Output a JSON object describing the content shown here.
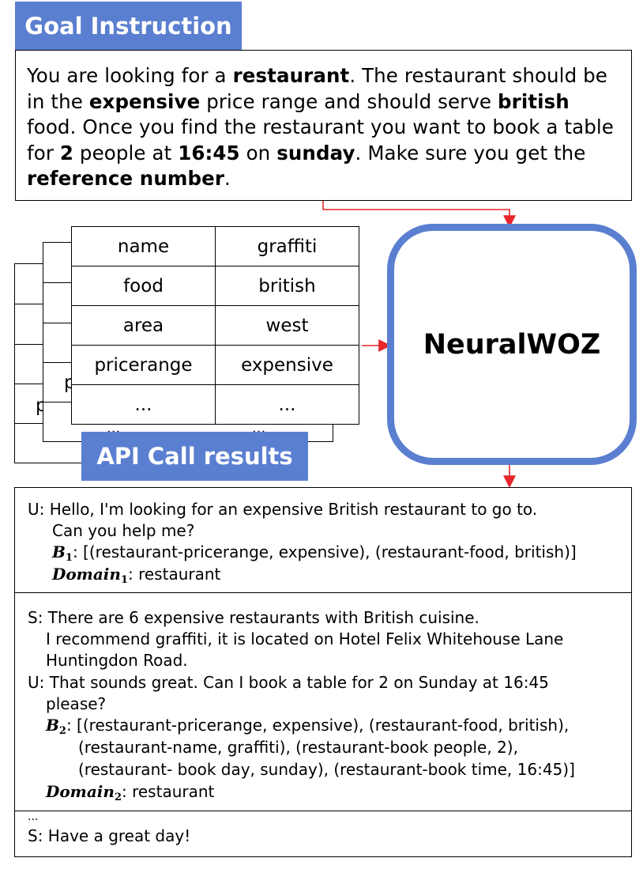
{
  "goal": {
    "label": "Goal Instruction",
    "parts": [
      {
        "t": "You are looking for a ",
        "b": false
      },
      {
        "t": "restaurant",
        "b": true
      },
      {
        "t": ". The restaurant should be in the ",
        "b": false
      },
      {
        "t": "expensive",
        "b": true
      },
      {
        "t": " price range and should serve ",
        "b": false
      },
      {
        "t": "british",
        "b": true
      },
      {
        "t": " food. Once you find the restaurant you want to book a table for ",
        "b": false
      },
      {
        "t": "2",
        "b": true
      },
      {
        "t": " people at ",
        "b": false
      },
      {
        "t": "16:45",
        "b": true
      },
      {
        "t": " on ",
        "b": false
      },
      {
        "t": "sunday",
        "b": true
      },
      {
        "t": ". Make sure you get the ",
        "b": false
      },
      {
        "t": "reference number",
        "b": true
      },
      {
        "t": ".",
        "b": false
      }
    ]
  },
  "api": {
    "label": "API Call results",
    "rows": [
      {
        "key": "name",
        "value": "graffiti"
      },
      {
        "key": "food",
        "value": "british"
      },
      {
        "key": "area",
        "value": "west"
      },
      {
        "key": "pricerange",
        "value": "expensive"
      },
      {
        "key": "...",
        "value": "..."
      }
    ],
    "back_fragments": [
      "p",
      "p",
      "...",
      "..."
    ]
  },
  "model": {
    "label": "NeuralWOZ"
  },
  "dialogue": {
    "turn1": {
      "u_line1": "U: Hello, I'm looking for an expensive British restaurant to go to.",
      "u_line2": "Can you help me?",
      "b_var": "B",
      "b_sub": "1",
      "b_text": ": [(restaurant-pricerange, expensive), (restaurant-food, british)]",
      "d_var": "Domain",
      "d_sub": "1",
      "d_text": ": restaurant"
    },
    "turn2": {
      "s_line1": "S: There are 6 expensive restaurants with British cuisine.",
      "s_line2": "I recommend graffiti, it is located on Hotel Felix Whitehouse Lane",
      "s_line3": "Huntingdon Road.",
      "u_line1": "U: That sounds great. Can I book a table for 2 on Sunday at 16:45",
      "u_line2": "please?",
      "b_var": "B",
      "b_sub": "2",
      "b_line1": ": [(restaurant-pricerange, expensive), (restaurant-food, british),",
      "b_line2": "(restaurant-name, graffiti), (restaurant-book people, 2),",
      "b_line3": "(restaurant- book day, sunday), (restaurant-book time, 16:45)]",
      "d_var": "Domain",
      "d_sub": "2",
      "d_text": ": restaurant"
    },
    "ellipsis": "...",
    "final": "S: Have a great day!"
  },
  "colors": {
    "accent": "#5b7fd0",
    "arrow": "#e8262a"
  }
}
